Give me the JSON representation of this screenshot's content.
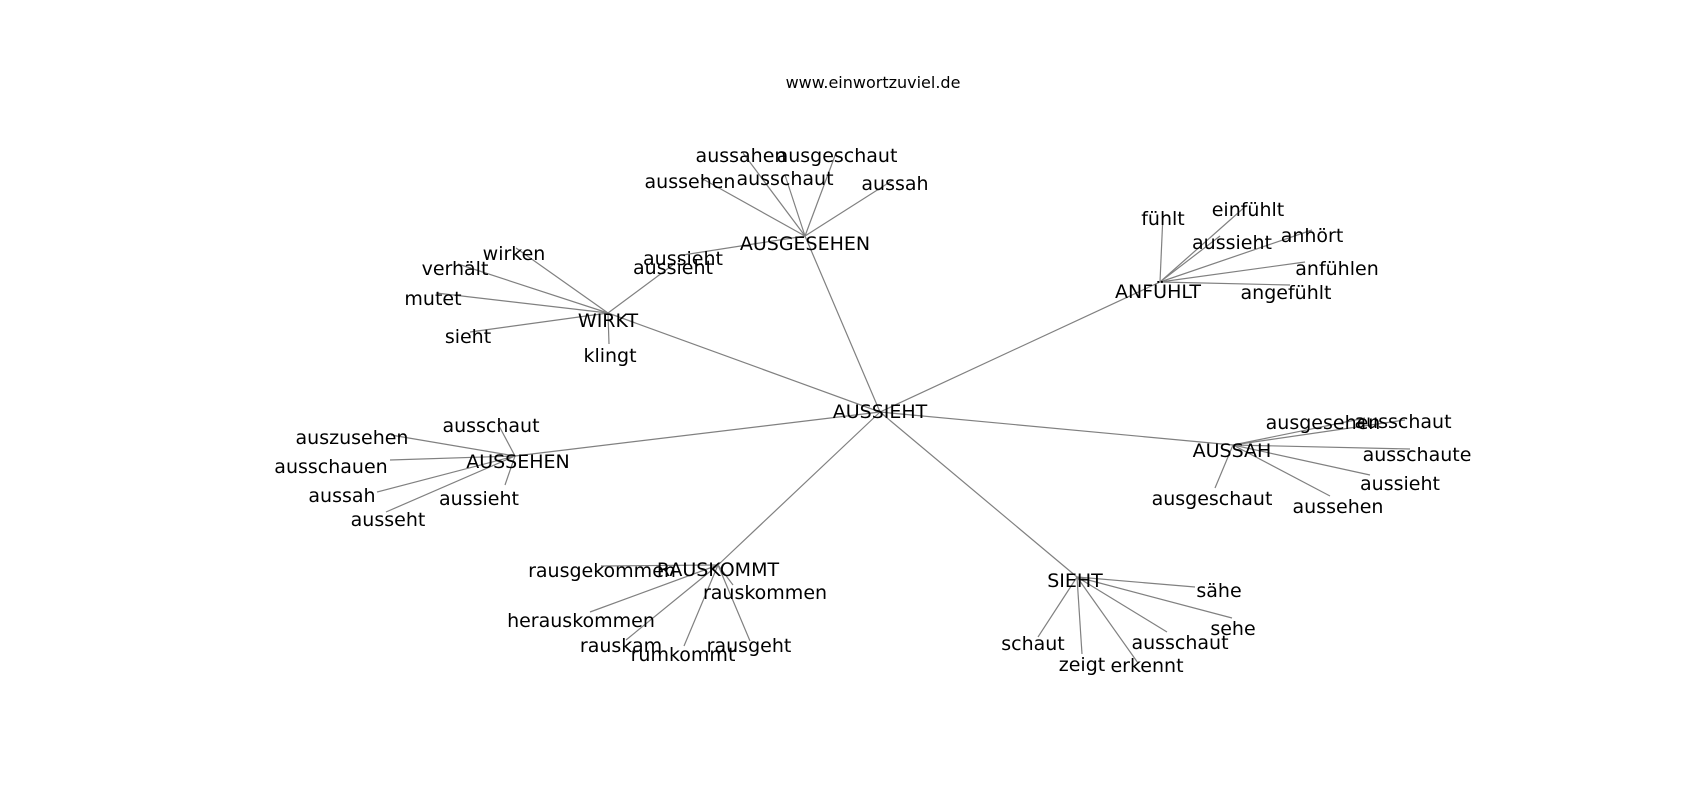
{
  "title": "www.einwortzuviel.de",
  "colors": {
    "background": "#ffffff",
    "edge": "#808080",
    "text": "#000000"
  },
  "graph": {
    "root": "AUSSIEHT",
    "clusters": [
      {
        "hub": "AUSGESEHEN",
        "leaves": [
          "aussahen",
          "ausgeschaut",
          "aussehen",
          "ausschaut",
          "aussah",
          "aussieht"
        ]
      },
      {
        "hub": "WIRKT",
        "leaves": [
          "wirken",
          "verhält",
          "aussieht",
          "mutet",
          "sieht",
          "klingt"
        ]
      },
      {
        "hub": "ANFÜHLT",
        "leaves": [
          "fühlt",
          "einfühlt",
          "aussieht",
          "anhört",
          "anfühlen",
          "angefühlt"
        ]
      },
      {
        "hub": "AUSSEHEN",
        "leaves": [
          "ausschaut",
          "auszusehen",
          "ausschauen",
          "aussah",
          "aussieht",
          "ausseht"
        ]
      },
      {
        "hub": "AUSSAH",
        "leaves": [
          "ausgesehen",
          "ausschaut",
          "ausschaute",
          "aussieht",
          "ausgeschaut",
          "aussehen"
        ]
      },
      {
        "hub": "RAUSKOMMT",
        "leaves": [
          "rausgekommen",
          "rauskommen",
          "herauskommen",
          "rauskam",
          "rumkommt",
          "rausgeht"
        ]
      },
      {
        "hub": "SIEHT",
        "leaves": [
          "sähe",
          "sehe",
          "ausschaut",
          "schaut",
          "zeigt",
          "erkennt"
        ]
      }
    ]
  }
}
